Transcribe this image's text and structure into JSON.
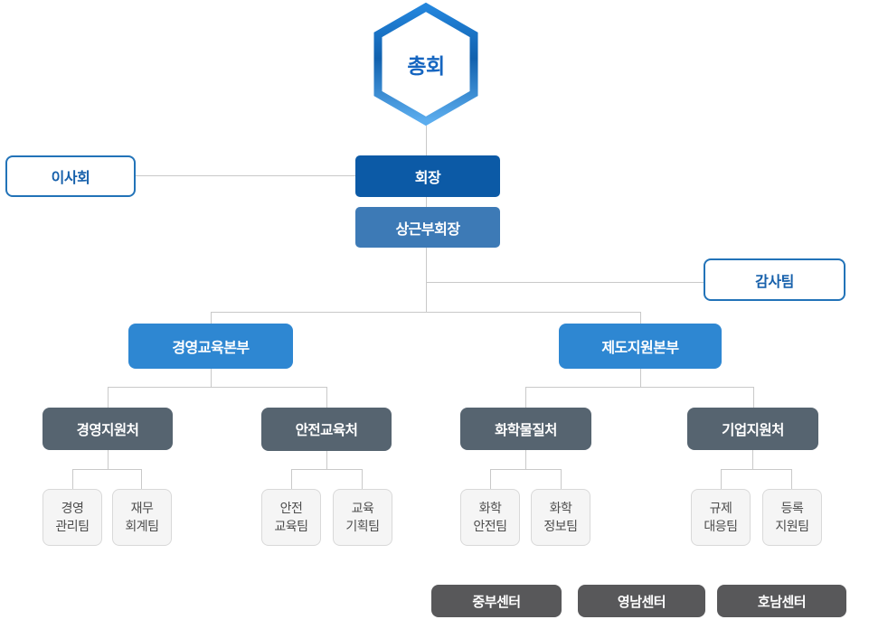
{
  "colors": {
    "chairman_bg": "#0c5aa6",
    "vice_chairman_bg": "#3d7ab6",
    "division_bg": "#2e87d2",
    "department_bg": "#566470",
    "center_bg": "#58585a",
    "outline_border_blue": "#2273b8",
    "outline_text_blue": "#1660ab",
    "assembly_text_blue": "#1565c0",
    "hexagon_gradient_top": "#2385dc",
    "hexagon_gradient_mid": "#1161ae",
    "hexagon_gradient_bottom": "#5cadee",
    "team_box_bg": "#f5f5f5",
    "team_box_border": "#d9d9d9",
    "team_text": "#4d4d4d",
    "connector_line": "#c9c9c9"
  },
  "org": {
    "assembly": {
      "label": "총회"
    },
    "board": {
      "label": "이사회"
    },
    "chairman": {
      "label": "회장"
    },
    "vice_chairman": {
      "label": "상근부회장"
    },
    "audit_team": {
      "label": "감사팀"
    },
    "divisions": [
      {
        "label": "경영교육본부"
      },
      {
        "label": "제도지원본부"
      }
    ],
    "departments": [
      {
        "label": "경영지원처"
      },
      {
        "label": "안전교육처"
      },
      {
        "label": "화학물질처"
      },
      {
        "label": "기업지원처"
      }
    ],
    "teams": [
      {
        "line1": "경영",
        "line2": "관리팀"
      },
      {
        "line1": "재무",
        "line2": "회계팀"
      },
      {
        "line1": "안전",
        "line2": "교육팀"
      },
      {
        "line1": "교육",
        "line2": "기획팀"
      },
      {
        "line1": "화학",
        "line2": "안전팀"
      },
      {
        "line1": "화학",
        "line2": "정보팀"
      },
      {
        "line1": "규제",
        "line2": "대응팀"
      },
      {
        "line1": "등록",
        "line2": "지원팀"
      }
    ],
    "centers": [
      {
        "label": "중부센터"
      },
      {
        "label": "영남센터"
      },
      {
        "label": "호남센터"
      }
    ]
  }
}
